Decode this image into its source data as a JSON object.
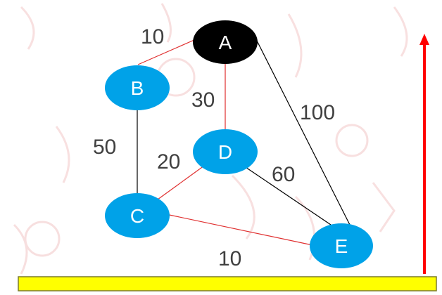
{
  "colors": {
    "node_fill": "#00a2e8",
    "root_fill": "#000000",
    "node_text": "#ffffff",
    "edge_red": "#e03030",
    "edge_black": "#000000",
    "arrow": "#ff0000",
    "bar_fill": "#ffff00",
    "bar_border": "#7a7a2a",
    "watermark": "#f2c6c6"
  },
  "nodes": {
    "A": {
      "label": "A"
    },
    "B": {
      "label": "B"
    },
    "C": {
      "label": "C"
    },
    "D": {
      "label": "D"
    },
    "E": {
      "label": "E"
    }
  },
  "edges": {
    "AB": {
      "weight": "10"
    },
    "AD": {
      "weight": "30"
    },
    "AE": {
      "weight": "100"
    },
    "BC": {
      "weight": "50"
    },
    "CD": {
      "weight": "20"
    },
    "DE": {
      "weight": "60"
    },
    "CE": {
      "weight": "10"
    }
  }
}
